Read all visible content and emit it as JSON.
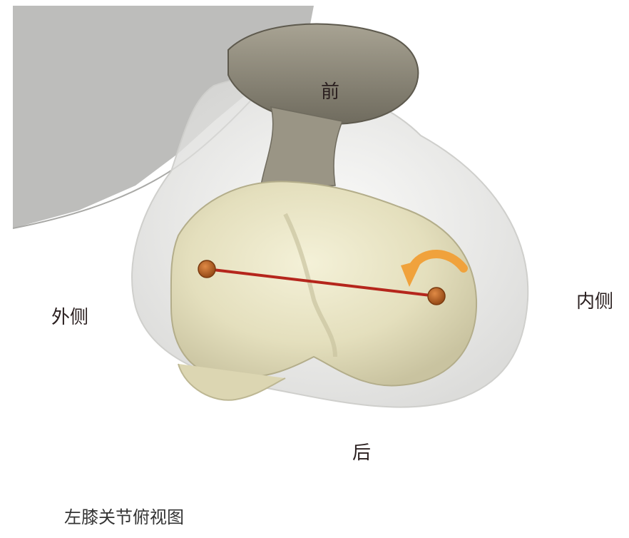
{
  "labels": {
    "front": "前",
    "lateral": "外侧",
    "medial": "内侧",
    "back": "后"
  },
  "caption": "左膝关节俯视图",
  "colors": {
    "bone": "#e6e2c2",
    "patella": "#8d8878",
    "femur_ghost": "#c8c8c8",
    "contact_line": "#b5261c",
    "contact_point": "#c06a2a",
    "rotation_arrow": "#f0a23c"
  },
  "icons": {
    "rotation": "curved-arrow-icon"
  }
}
